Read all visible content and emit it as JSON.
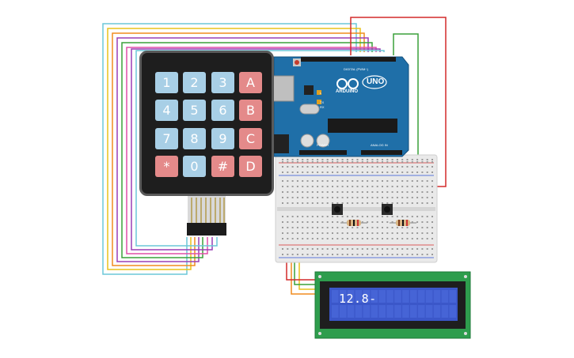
{
  "keypad": {
    "rows": [
      [
        "1",
        "2",
        "3",
        "A"
      ],
      [
        "4",
        "5",
        "6",
        "B"
      ],
      [
        "7",
        "8",
        "9",
        "C"
      ],
      [
        "*",
        "0",
        "#",
        "D"
      ]
    ]
  },
  "arduino": {
    "brand": "ARDUINO",
    "model": "UNO",
    "digital_label": "DIGITAL (PWM~)",
    "power_label": "POWER",
    "analog_label": "ANALOG IN",
    "tx_label": "TX",
    "rx_label": "RX",
    "l_label": "L"
  },
  "lcd": {
    "text": "12.8-"
  },
  "colors": {
    "arduino": "#1f6fa8",
    "breadboard": "#e9e9e9",
    "lcd_pcb": "#2e9d4d",
    "lcd_screen": "#3b57c9",
    "wire_red": "#d42a2a",
    "wire_green": "#3aa13a",
    "wire_yellow": "#e8c21a",
    "wire_orange": "#f08c1e",
    "wire_purple": "#9a3fb5",
    "wire_pink": "#e04fa8",
    "wire_cyan": "#6cc7d8"
  }
}
